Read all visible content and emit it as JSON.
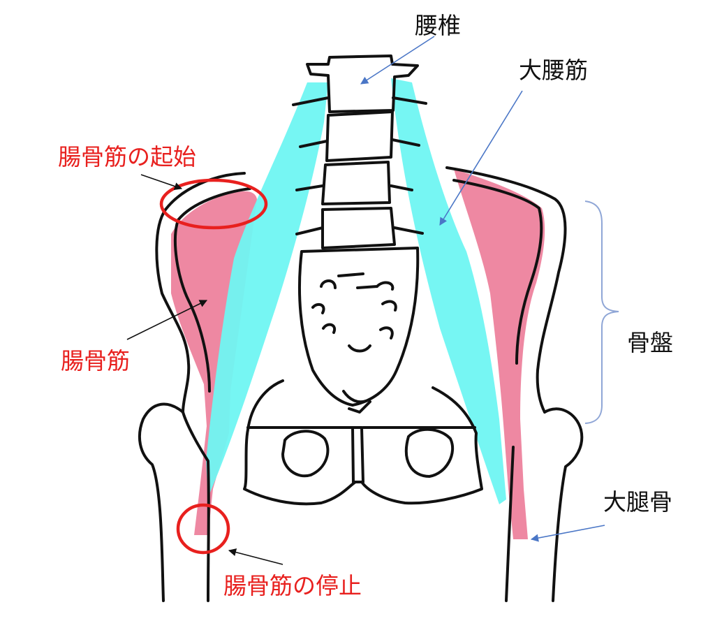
{
  "labels": {
    "lumbar": "腰椎",
    "psoas_major": "大腰筋",
    "iliacus_origin": "腸骨筋の起始",
    "iliacus": "腸骨筋",
    "pelvis": "骨盤",
    "femur": "大腿骨",
    "iliacus_insertion": "腸骨筋の停止"
  },
  "colors": {
    "psoas": "#6ff6f2",
    "iliacus": "#ec7895",
    "outline": "#111111",
    "red_label": "#e8201e",
    "arrow_blue": "#4a76c6",
    "brace": "#8fa6d6"
  }
}
